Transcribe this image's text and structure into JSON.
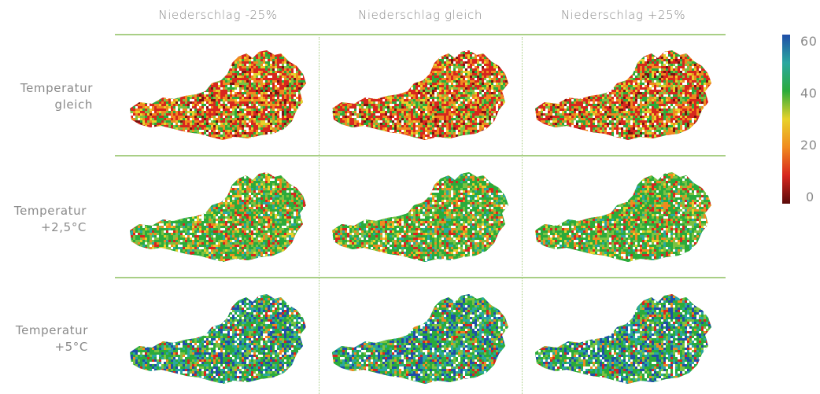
{
  "columns": [
    "Niederschlag -25%",
    "Niederschlag gleich",
    "Niederschlag +25%"
  ],
  "rows": [
    {
      "line1": "Temperatur",
      "line2": "gleich"
    },
    {
      "line1": "Temperatur",
      "line2": "+2,5°C"
    },
    {
      "line1": "Temperatur",
      "line2": "+5°C"
    }
  ],
  "maps": [
    [
      "low-values",
      "low-values",
      "low-values"
    ],
    [
      "medium-values",
      "medium-values",
      "medium-values"
    ],
    [
      "high-values",
      "high-values",
      "high-values"
    ]
  ],
  "legend": {
    "ticks": [
      "60",
      "40",
      "20",
      "0"
    ],
    "min": 0,
    "max": 60,
    "colors": [
      "#1f4ea8",
      "#2aa7a0",
      "#2bab3b",
      "#e8d22a",
      "#f08a1f",
      "#d7261e",
      "#5a0a0a"
    ]
  }
}
